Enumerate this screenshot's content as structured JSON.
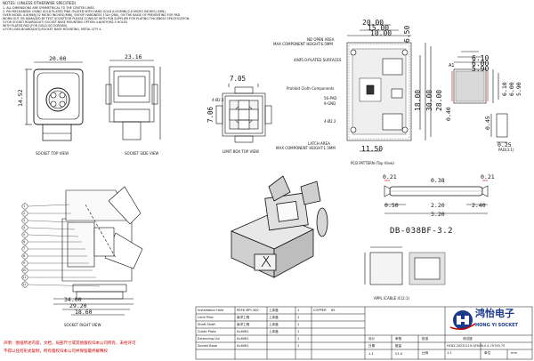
{
  "notes": {
    "title": "NOTES: (UNLESS OTHERWISE SPECIFIED)",
    "lines": [
      "1. ALL DIMENSIONS ARE SYMMETRICAL TO THE CENTER LINES.",
      "2. PIN MECHANISM: USING GOLD PLATED PINS (PLATED WITH HARD GOLD 0.05(MIN)(2.0 MICRO INCHES) (MIN),",
      "OVER NICKEL 0.8(MIN)(32 MICRO INCHES)(MIN), SHOOP HARDNESS 130+(280), ON THE BASIS OF PREVENTING FOR PAD",
      "WORN OUT OR DAMAGED BY TEST SOCKET/OR PLEASE CONSULT WITH PCB SUPPLIER FOR PLATING THICKNESS SPECIFICATION.",
      "3.FOR SOCKET BOARD(DUT) SOCKET BASE MOUNTING OPTION 4-6(NTH)M2.5 HOLES",
      "WITH PLATED PAD (FOR GOLD OD SCREWS).",
      "4.FOR LOAD BOARD(DUT)/SOCKET BASE MOUNTING, METAL CITY 4."
    ]
  },
  "views": {
    "socket_top": "SOCKET TOP VIEW",
    "socket_side": "SOCKET SIDE VIEW",
    "limit_box_top": "LIMIT BOX TOP VIEW",
    "pcb_pattern": "PCB PATTERN (Top View)",
    "socket_right": "SOCKET RIGHT VIEW",
    "part_no": "DB-038BF-3.2",
    "appl_icable": "APPL ICABLE IC(2:1)",
    "pad": "PAD(3:1)"
  },
  "pcb_labels": {
    "nd_open_area": "ND OPEN AREA",
    "max_height_top": "MAX COMPONENT HEIGHT:6.5MM",
    "plated_surfaces": "4XØ5.0-PLATED SURFACES",
    "prohibit": "Prohibit Cloth Components",
    "pad56": "56-PAD",
    "gnd": "9-GND",
    "latch_area": "LATCH AREA",
    "max_height_bottom": "MAX COMPONENT HEIGHT:1.5MM",
    "hole_a": "4-Ø2.2",
    "hole_b": "4-Ø2.2",
    "a1": "A1"
  },
  "dims": {
    "top_w": "20.00",
    "top_h": "14.52",
    "side_w": "23.16",
    "pcb_20": "20.00",
    "pcb_15": "15.00",
    "pcb_10": "10.00",
    "pcb_650": "6.50",
    "pcb_1800": "18.00",
    "pcb_3000": "30.00",
    "pcb_2800": "28.00",
    "pcb_1150": "11.50",
    "lb_705": "7.05",
    "lb_706": "7.06",
    "ic_610": "6.10",
    "ic_600": "6.00",
    "ic_590": "5.90",
    "pitch_040": "0.40",
    "pad_045": "0.45",
    "pad_025": "0.25",
    "pin_021a": "0.21",
    "pin_021b": "0.21",
    "pin_038": "0.38",
    "pin_050": "0.50",
    "pin_220": "2.20",
    "pin_240": "2.40",
    "pin_320": "3.20",
    "right_1": "34.00",
    "right_2": "29.20",
    "right_3": "18.60"
  },
  "right_callouts": [
    "1",
    "2",
    "3",
    "4",
    "5",
    "6",
    "7",
    "8",
    "9",
    "10",
    "11",
    "12",
    "13",
    "14"
  ],
  "title_block": {
    "company_cn": "鸿怡电子",
    "company_en": "HONG YI SOCKET",
    "drawing_no": "HYDZ-20231119-QFN56-0.4-7X7X0.75",
    "scale_label": "比例",
    "scale": "1:1",
    "unit_label": "单位",
    "unit": "mm",
    "sheet": "1-1",
    "version": "V1.0",
    "material_head": "COPPER",
    "qty_head": "65",
    "rows": [
      {
        "name": "Installation Hole",
        "mat": "PEEK  MPI-300",
        "code": "上床盖",
        "q": "1"
      },
      {
        "name": "Limit Pilot",
        "mat": "南洋工程",
        "code": "上床盖",
        "q": "1"
      },
      {
        "name": "Shaft Shaft",
        "mat": "南洋工程",
        "code": "上床盖",
        "q": "1"
      },
      {
        "name": "Guide Plate",
        "mat": "AL6061",
        "code": "上床盖",
        "q": "1"
      },
      {
        "name": "Extending Lid",
        "mat": "AL6061",
        "code": "",
        "q": "1"
      },
      {
        "name": "Socket Base",
        "mat": "AL6061",
        "code": "",
        "q": "1"
      }
    ],
    "headers": [
      "设计",
      "审核",
      "批准",
      "日期",
      "数量",
      "测试座"
    ],
    "disclaimer_1": "声明：图纸所述内容，文档，局部尺寸或其他版权归本公司所有，未经许可",
    "disclaimer_2": "不得以任何形式复制，所有版权归本公司并保留最终解释权"
  },
  "colors": {
    "red": "#cc0000",
    "line": "#111111",
    "brand": "#1a3a8c",
    "gray": "#9a9a9a"
  }
}
